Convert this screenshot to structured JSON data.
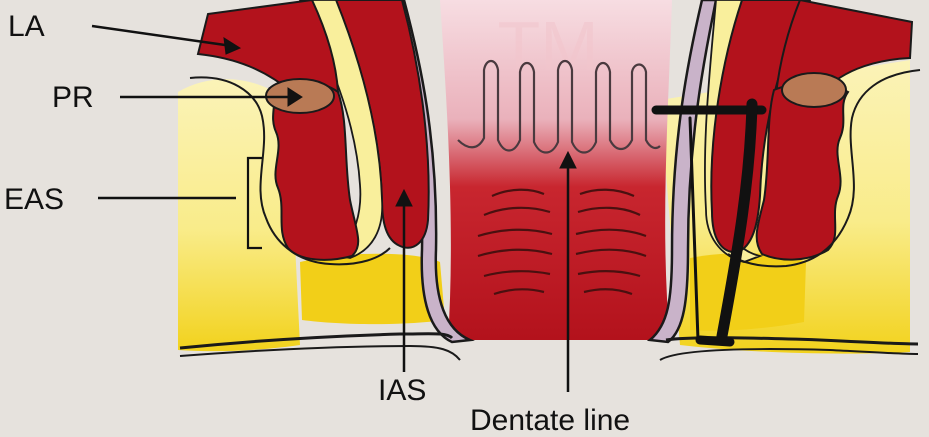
{
  "labels": {
    "la": "LA",
    "pr": "PR",
    "eas": "EAS",
    "ias": "IAS",
    "dentate": "Dentate line"
  },
  "colors": {
    "background": "#e6e2dd",
    "muscle_red": "#b3121c",
    "muscle_red_dark": "#8e0d15",
    "fat_yellow": "#f9ef9c",
    "fat_yellow_deep": "#f2cf18",
    "mucosa_pink": "#efb8c0",
    "mucosa_light": "#f7dde2",
    "puborectalis": "#b97a55",
    "outline": "#1a1a1a",
    "lavender_layer": "#c9b3c9"
  }
}
